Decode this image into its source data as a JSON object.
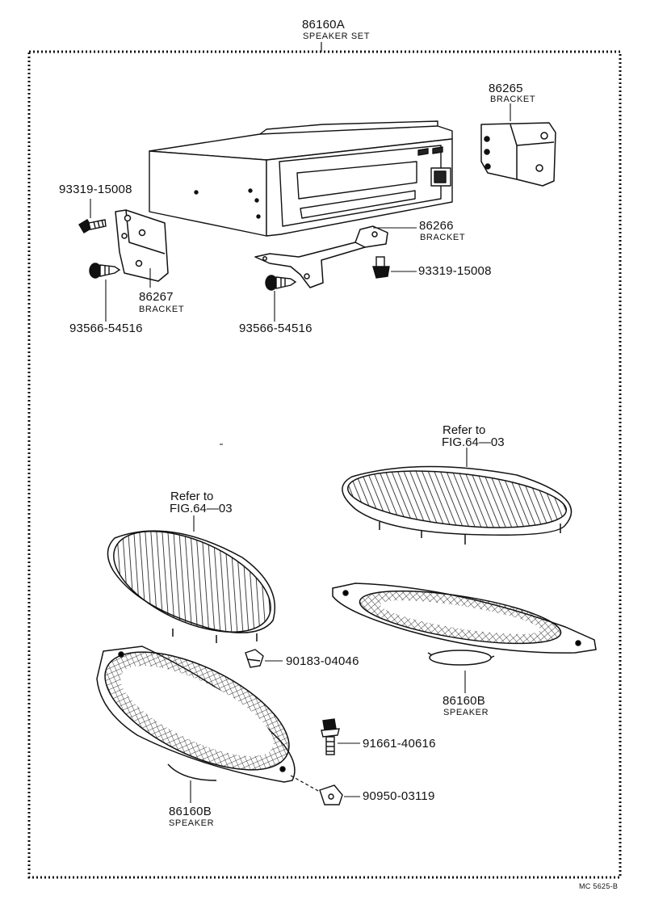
{
  "set": {
    "part_no": "86160A",
    "name": "SPEAKER SET"
  },
  "parts": {
    "p86265": {
      "part_no": "86265",
      "name": "BRACKET"
    },
    "p86266": {
      "part_no": "86266",
      "name": "BRACKET"
    },
    "p86267": {
      "part_no": "86267",
      "name": "BRACKET"
    },
    "screw_left": {
      "part_no": "93319-15008"
    },
    "screw_right": {
      "part_no": "93319-15008"
    },
    "tap_left": {
      "part_no": "93566-54516"
    },
    "tap_center": {
      "part_no": "93566-54516"
    },
    "clip_nut": {
      "part_no": "90183-04046"
    },
    "bolt": {
      "part_no": "91661-40616"
    },
    "nut": {
      "part_no": "90950-03119"
    },
    "speaker_right": {
      "part_no": "86160B",
      "name": "SPEAKER"
    },
    "speaker_left": {
      "part_no": "86160B",
      "name": "SPEAKER"
    }
  },
  "refs": {
    "right": {
      "line1": "Refer to",
      "line2": "FIG.64—03"
    },
    "left": {
      "line1": "Refer to",
      "line2": "FIG.64—03"
    }
  },
  "footer_code": "MC 5625-B"
}
